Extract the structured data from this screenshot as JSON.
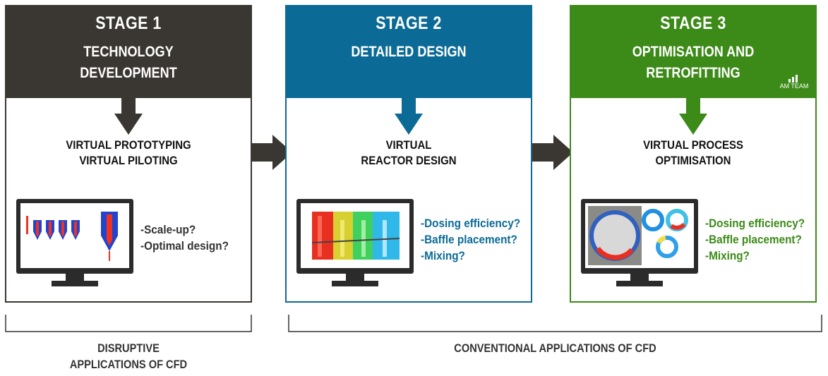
{
  "colors": {
    "stage1": "#3a3631",
    "stage2": "#0c6b96",
    "stage3": "#3c8a17",
    "text_dark": "#111111",
    "footer_text": "#333333"
  },
  "stages": [
    {
      "number": "STAGE 1",
      "title_lines": [
        "TECHNOLOGY",
        "DEVELOPMENT"
      ],
      "caption_lines": [
        "VIRTUAL PROTOTYPING",
        "VIRTUAL PILOTING"
      ],
      "questions": [
        "-Scale-up?",
        "-Optimal design?"
      ]
    },
    {
      "number": "STAGE 2",
      "title_lines": [
        "DETAILED DESIGN"
      ],
      "caption_lines": [
        "VIRTUAL",
        "REACTOR DESIGN"
      ],
      "questions": [
        "-Dosing efficiency?",
        "-Baffle placement?",
        "-Mixing?"
      ]
    },
    {
      "number": "STAGE 3",
      "title_lines": [
        "OPTIMISATION AND",
        "RETROFITTING"
      ],
      "caption_lines": [
        "VIRTUAL PROCESS",
        "OPTIMISATION"
      ],
      "questions": [
        "-Dosing efficiency?",
        "-Baffle placement?",
        "-Mixing?"
      ],
      "logo_text": "AM TEAM"
    }
  ],
  "footer": {
    "left_lines": [
      "DISRUPTIVE",
      "APPLICATIONS OF CFD"
    ],
    "right_lines": [
      "CONVENTIONAL APPLICATIONS OF CFD"
    ]
  },
  "icons": {
    "down_arrow": "arrow-down-icon",
    "side_arrow": "arrow-right-icon",
    "monitor": "monitor-icon",
    "logo": "am-team-logo"
  }
}
